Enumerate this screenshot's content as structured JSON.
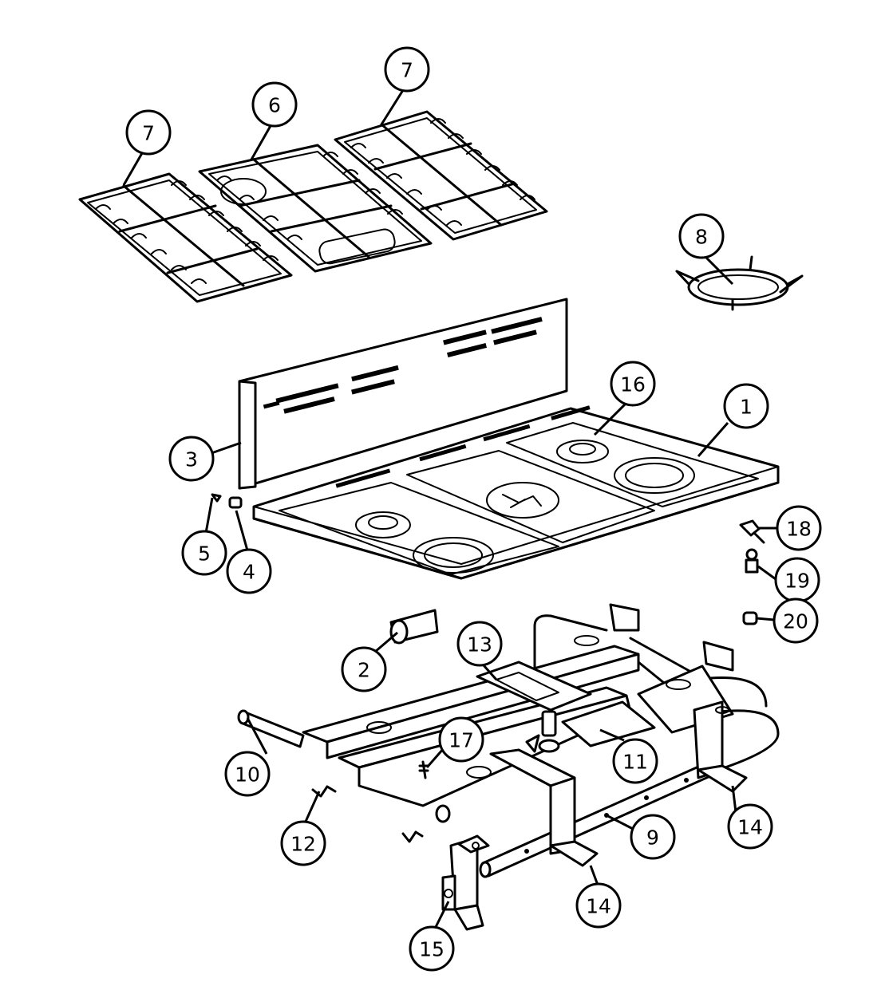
{
  "callouts": [
    {
      "id": "c7a",
      "label": "7"
    },
    {
      "id": "c6",
      "label": "6"
    },
    {
      "id": "c7b",
      "label": "7"
    },
    {
      "id": "c8",
      "label": "8"
    },
    {
      "id": "c16",
      "label": "16"
    },
    {
      "id": "c1",
      "label": "1"
    },
    {
      "id": "c3",
      "label": "3"
    },
    {
      "id": "c5",
      "label": "5"
    },
    {
      "id": "c4",
      "label": "4"
    },
    {
      "id": "c18",
      "label": "18"
    },
    {
      "id": "c19",
      "label": "19"
    },
    {
      "id": "c20",
      "label": "20"
    },
    {
      "id": "c2",
      "label": "2"
    },
    {
      "id": "c13",
      "label": "13"
    },
    {
      "id": "c10",
      "label": "10"
    },
    {
      "id": "c17",
      "label": "17"
    },
    {
      "id": "c11",
      "label": "11"
    },
    {
      "id": "c12",
      "label": "12"
    },
    {
      "id": "c9",
      "label": "9"
    },
    {
      "id": "c14a",
      "label": "14"
    },
    {
      "id": "c14b",
      "label": "14"
    },
    {
      "id": "c15",
      "label": "15"
    }
  ]
}
